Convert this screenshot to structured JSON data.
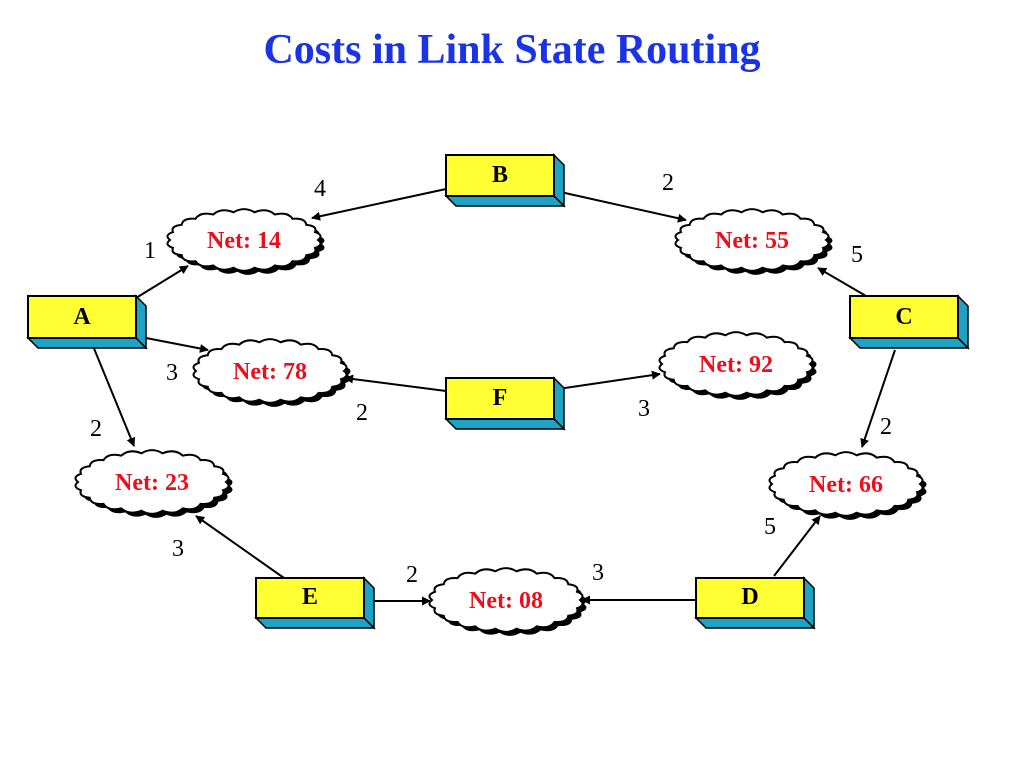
{
  "title": "Costs in Link State Routing",
  "colors": {
    "title": "#1a33e6",
    "router_face": "#ffff33",
    "router_side": "#1fa3c4",
    "network_text": "#e8101c"
  },
  "routers": {
    "A": "A",
    "B": "B",
    "C": "C",
    "D": "D",
    "E": "E",
    "F": "F"
  },
  "networks": {
    "n14": "Net: 14",
    "n55": "Net: 55",
    "n78": "Net: 78",
    "n92": "Net: 92",
    "n23": "Net: 23",
    "n66": "Net: 66",
    "n08": "Net: 08"
  },
  "links": [
    {
      "from": "A",
      "to": "Net: 14",
      "cost": "1"
    },
    {
      "from": "B",
      "to": "Net: 14",
      "cost": "4"
    },
    {
      "from": "B",
      "to": "Net: 55",
      "cost": "2"
    },
    {
      "from": "C",
      "to": "Net: 55",
      "cost": "5"
    },
    {
      "from": "A",
      "to": "Net: 78",
      "cost": "3"
    },
    {
      "from": "F",
      "to": "Net: 78",
      "cost": "2"
    },
    {
      "from": "F",
      "to": "Net: 92",
      "cost": "3"
    },
    {
      "from": "A",
      "to": "Net: 23",
      "cost": "2"
    },
    {
      "from": "C",
      "to": "Net: 66",
      "cost": "2"
    },
    {
      "from": "E",
      "to": "Net: 23",
      "cost": "3"
    },
    {
      "from": "E",
      "to": "Net: 08",
      "cost": "2"
    },
    {
      "from": "D",
      "to": "Net: 08",
      "cost": "3"
    },
    {
      "from": "D",
      "to": "Net: 66",
      "cost": "5"
    }
  ]
}
